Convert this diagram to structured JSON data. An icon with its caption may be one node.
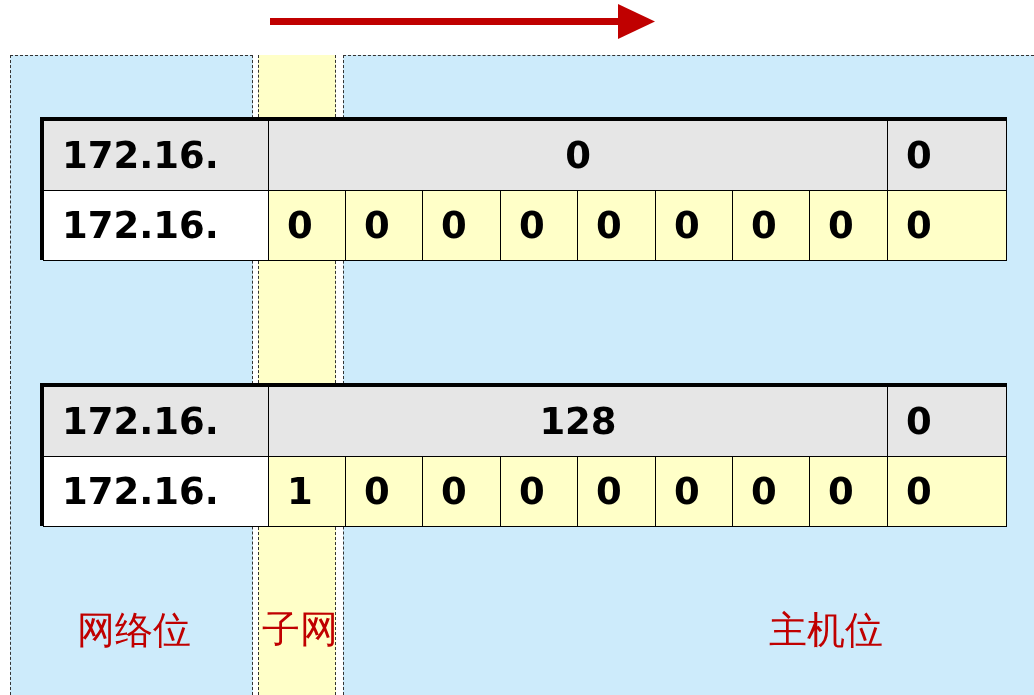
{
  "diagram": {
    "nodes": [
      {
        "text": [
          "网络位"
        ]
      },
      {
        "text": [
          "子网"
        ]
      },
      {
        "text": [
          "主机位"
        ]
      },
      {
        "text": [],
        "shape": "bar"
      },
      {
        "text": [],
        "shape": "bar"
      }
    ],
    "labels": [
      "172.16.",
      "0",
      "0",
      "172.16.",
      "0",
      "0",
      "0",
      "0",
      "0",
      "0",
      "0",
      "0",
      "0",
      "172.16.",
      "128",
      "0",
      "172.16.",
      "1",
      "0",
      "0",
      "0",
      "0",
      "0",
      "0",
      "0",
      "0"
    ]
  }
}
